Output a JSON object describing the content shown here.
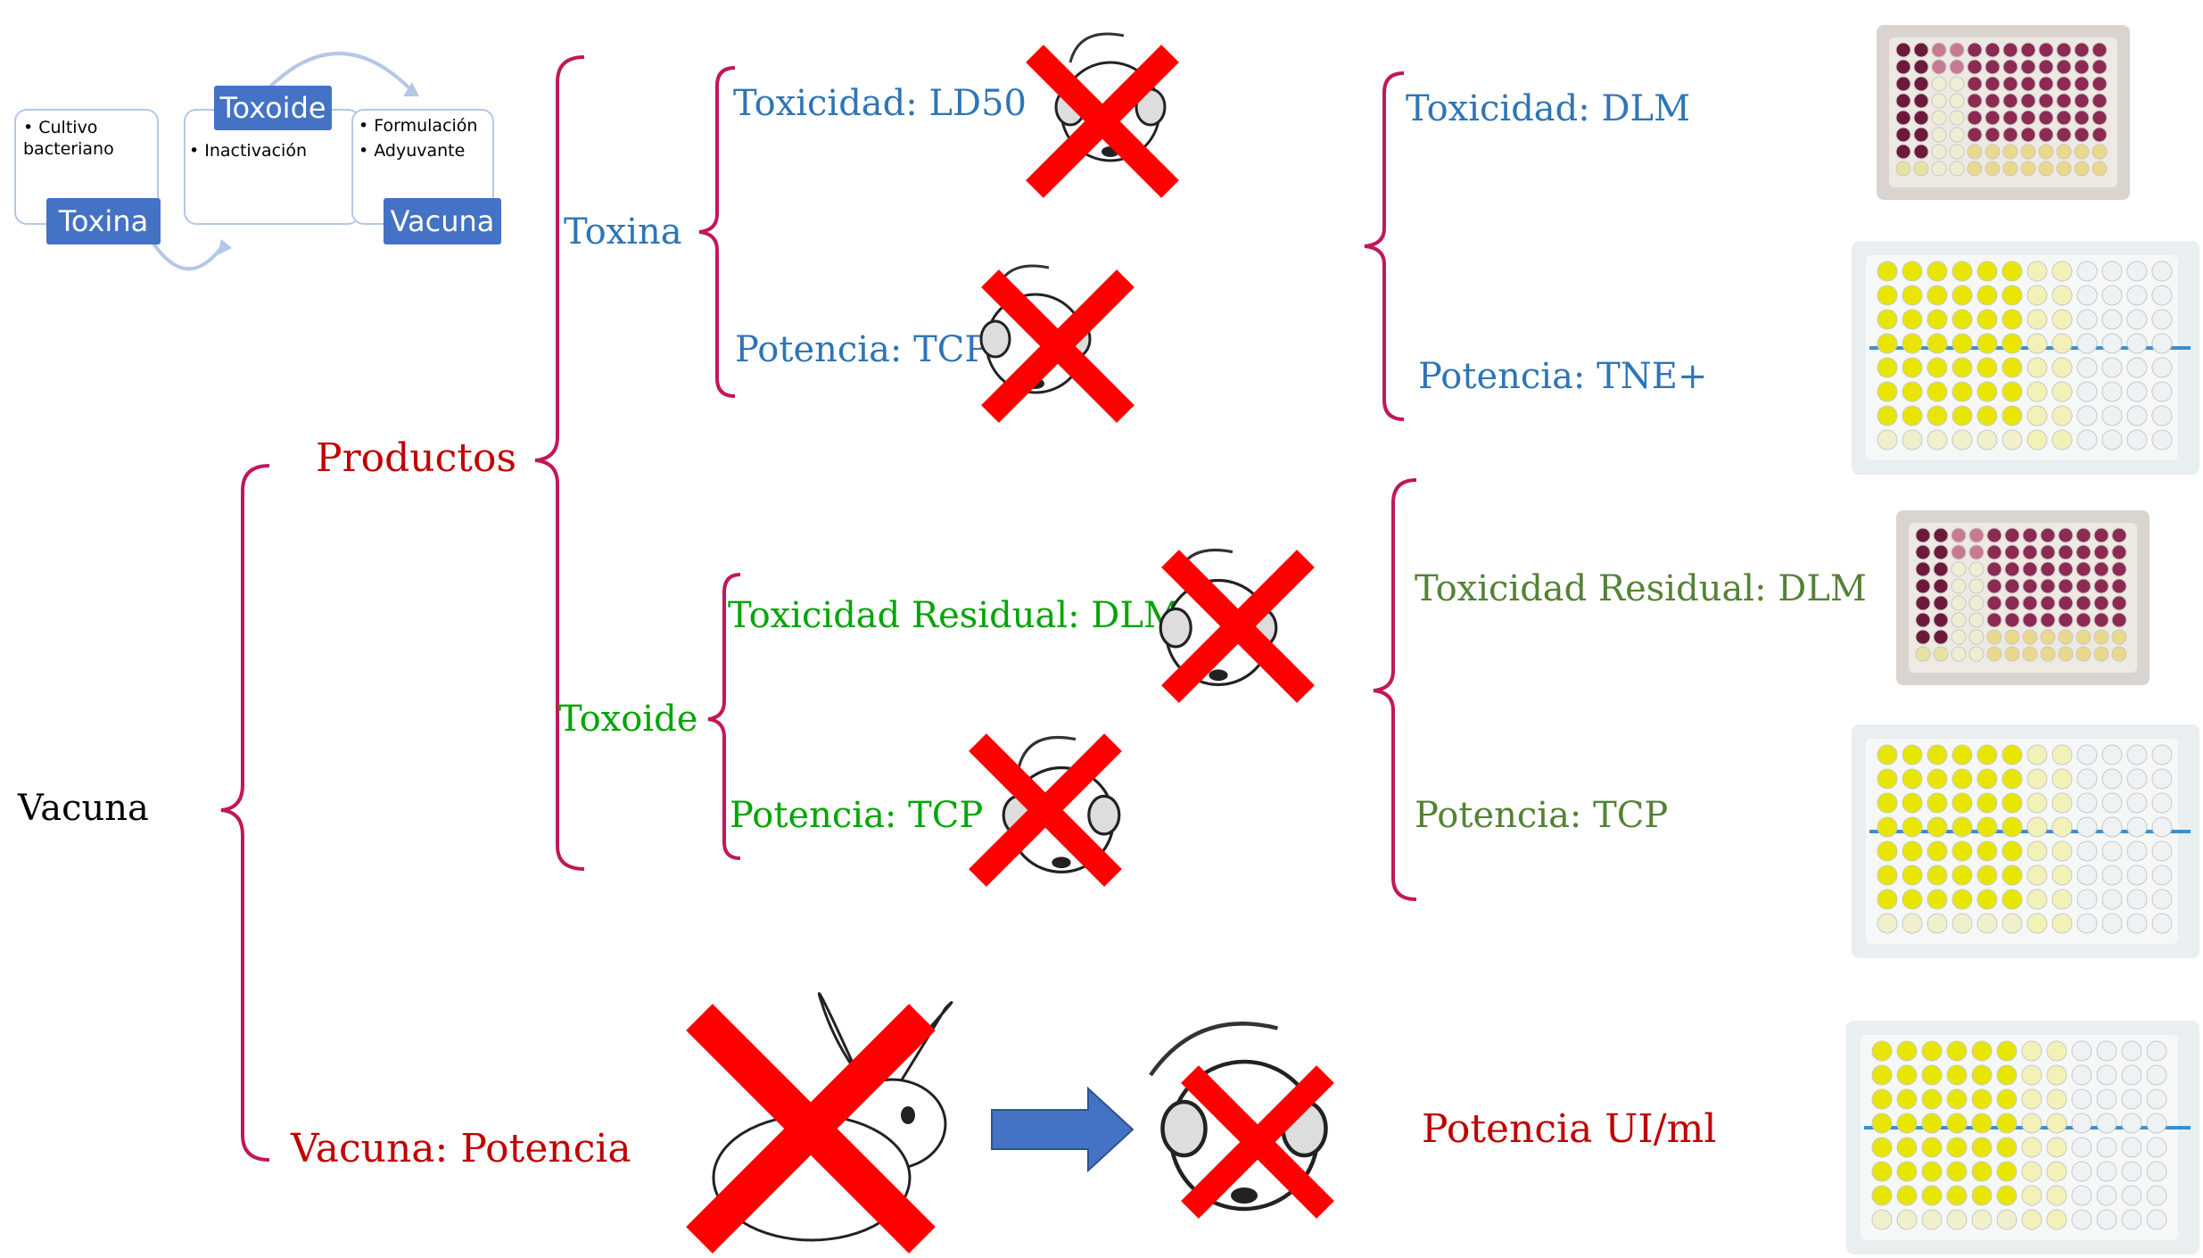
{
  "smartart": {
    "left_box": {
      "bullets": [
        "• Cultivo",
        "  bacteriano"
      ],
      "title": "Toxina"
    },
    "mid_box": {
      "bullets": [
        "• Inactivación"
      ],
      "title": "Toxoide"
    },
    "right_box": {
      "bullets": [
        "• Formulación",
        "• Adyuvante"
      ],
      "title": "Vacuna"
    }
  },
  "tree": {
    "root": "Vacuna",
    "productos": "Productos",
    "vacuna_potencia": "Vacuna: Potencia",
    "toxina": "Toxina",
    "toxoide": "Toxoide",
    "toxina_tests": [
      "Toxicidad: LD50",
      "Potencia: TCP"
    ],
    "toxoide_tests": [
      "Toxicidad Residual: DLM",
      "Potencia: TCP"
    ]
  },
  "alternatives": {
    "toxina": [
      "Toxicidad: DLM",
      "Potencia: TNE+"
    ],
    "toxoide": [
      "Toxicidad Residual: DLM",
      "Potencia: TCP"
    ],
    "vacuna": "Potencia UI/ml"
  },
  "colors": {
    "red": "#c00000",
    "blue": "#2e75b6",
    "green": "#00a500",
    "olive": "#548235",
    "bracket": "#c0185a",
    "cross": "#ff0000",
    "arrow": "#4472c4",
    "plate_purple": "#6d1a3a",
    "plate_yellow": "#e8e600"
  },
  "icons": [
    "mouse-icon",
    "rabbit-icon",
    "red-cross-icon",
    "right-arrow-icon",
    "elisa-plate-image"
  ]
}
